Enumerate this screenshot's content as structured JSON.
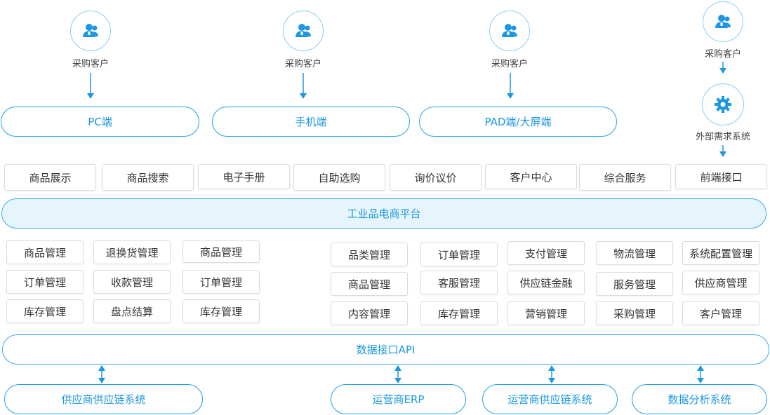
{
  "colors": {
    "accent": "#1d97e0",
    "border": "#dcdcdc",
    "platform_bg": "#e6f4fc"
  },
  "customers": [
    "采购客户",
    "采购客户",
    "采购客户",
    "采购客户"
  ],
  "channels": [
    "PC端",
    "手机端",
    "PAD端/大屏端"
  ],
  "external_system": {
    "label": "外部需求系统",
    "icon": "gear-icon"
  },
  "frontend_modules": [
    "商品展示",
    "商品搜索",
    "电子手册",
    "自助选购",
    "询价议价",
    "客户中心",
    "综合服务",
    "前端接口"
  ],
  "platform": "工业品电商平台",
  "left_modules": [
    [
      "商品管理",
      "退换货管理",
      "商品管理"
    ],
    [
      "订单管理",
      "收款管理",
      "订单管理"
    ],
    [
      "库存管理",
      "盘点结算",
      "库存管理"
    ]
  ],
  "right_modules": [
    [
      "品类管理",
      "订单管理",
      "支付管理",
      "物流管理",
      "系统配置管理"
    ],
    [
      "商品管理",
      "客服管理",
      "供应链金融",
      "服务管理",
      "供应商管理"
    ],
    [
      "内容管理",
      "库存管理",
      "营销管理",
      "采购管理",
      "客户管理"
    ]
  ],
  "api": "数据接口API",
  "bottom_systems": [
    "供应商供应链系统",
    "运营商ERP",
    "运营商供应链系统",
    "数据分析系统"
  ]
}
